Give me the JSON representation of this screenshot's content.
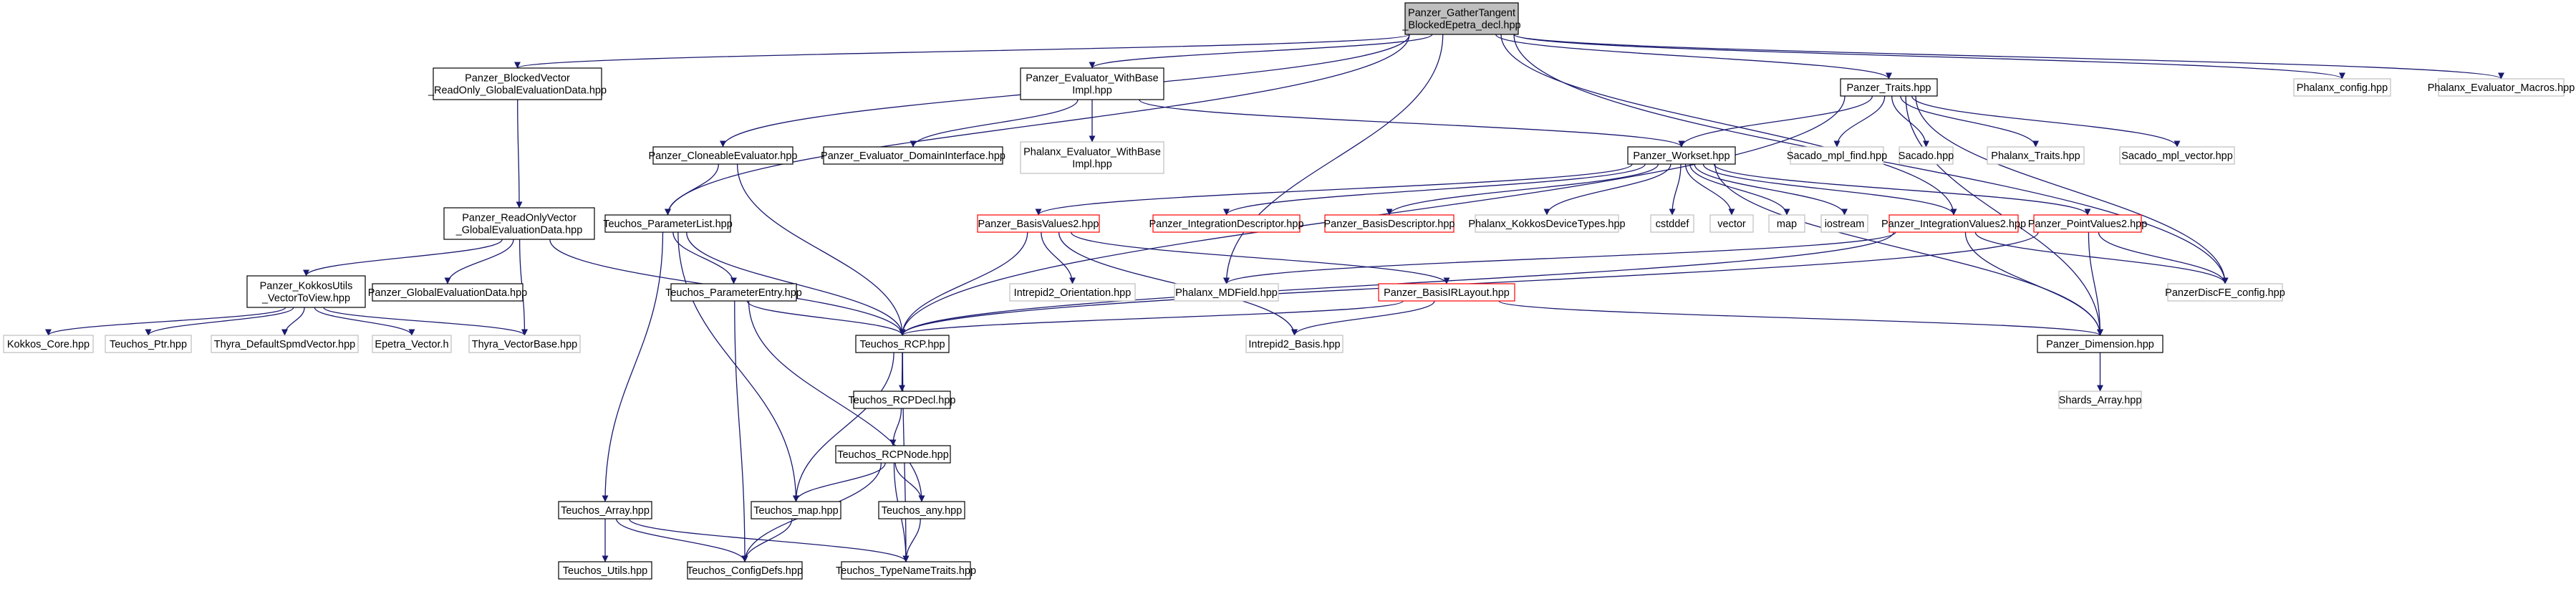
{
  "colors": {
    "edge": "#191970",
    "root_fill": "#bfbfbf",
    "normal_border": "#000000",
    "external_border": "#bfbfbf",
    "missing_border": "#ff0000",
    "text": "#000000"
  },
  "nodes": {
    "root": {
      "lines": [
        "Panzer_GatherTangent",
        "_BlockedEpetra_decl.hpp"
      ],
      "kind": "root"
    },
    "blkvec": {
      "lines": [
        "Panzer_BlockedVector",
        "_ReadOnly_GlobalEvaluationData.hpp"
      ],
      "kind": "normal"
    },
    "evwb": {
      "lines": [
        "Panzer_Evaluator_WithBase",
        "Impl.hpp"
      ],
      "kind": "normal"
    },
    "traits": {
      "lines": [
        "Panzer_Traits.hpp"
      ],
      "kind": "normal"
    },
    "phcfg": {
      "lines": [
        "Phalanx_config.hpp"
      ],
      "kind": "external"
    },
    "phmac": {
      "lines": [
        "Phalanx_Evaluator_Macros.hpp"
      ],
      "kind": "external"
    },
    "clone": {
      "lines": [
        "Panzer_CloneableEvaluator.hpp"
      ],
      "kind": "normal"
    },
    "domint": {
      "lines": [
        "Panzer_Evaluator_DomainInterface.hpp"
      ],
      "kind": "normal"
    },
    "phevwb": {
      "lines": [
        "Phalanx_Evaluator_WithBase",
        "Impl.hpp"
      ],
      "kind": "external"
    },
    "workset": {
      "lines": [
        "Panzer_Workset.hpp"
      ],
      "kind": "normal"
    },
    "mplfind": {
      "lines": [
        "Sacado_mpl_find.hpp"
      ],
      "kind": "external"
    },
    "sacado": {
      "lines": [
        "Sacado.hpp"
      ],
      "kind": "external"
    },
    "phtraits": {
      "lines": [
        "Phalanx_Traits.hpp"
      ],
      "kind": "external"
    },
    "mplvec": {
      "lines": [
        "Sacado_mpl_vector.hpp"
      ],
      "kind": "external"
    },
    "rovec": {
      "lines": [
        "Panzer_ReadOnlyVector",
        "_GlobalEvaluationData.hpp"
      ],
      "kind": "normal"
    },
    "plist": {
      "lines": [
        "Teuchos_ParameterList.hpp"
      ],
      "kind": "normal"
    },
    "bv2": {
      "lines": [
        "Panzer_BasisValues2.hpp"
      ],
      "kind": "missing"
    },
    "intdesc": {
      "lines": [
        "Panzer_IntegrationDescriptor.hpp"
      ],
      "kind": "missing"
    },
    "basisdesc": {
      "lines": [
        "Panzer_BasisDescriptor.hpp"
      ],
      "kind": "missing"
    },
    "kokkosdev": {
      "lines": [
        "Phalanx_KokkosDeviceTypes.hpp"
      ],
      "kind": "external"
    },
    "cstddef": {
      "lines": [
        "cstddef"
      ],
      "kind": "external"
    },
    "vector": {
      "lines": [
        "vector"
      ],
      "kind": "external"
    },
    "map": {
      "lines": [
        "map"
      ],
      "kind": "external"
    },
    "iostream": {
      "lines": [
        "iostream"
      ],
      "kind": "external"
    },
    "iv2": {
      "lines": [
        "Panzer_IntegrationValues2.hpp"
      ],
      "kind": "missing"
    },
    "pv2": {
      "lines": [
        "Panzer_PointValues2.hpp"
      ],
      "kind": "missing"
    },
    "kutils": {
      "lines": [
        "Panzer_KokkosUtils",
        "_VectorToView.hpp"
      ],
      "kind": "normal"
    },
    "ged": {
      "lines": [
        "Panzer_GlobalEvaluationData.hpp"
      ],
      "kind": "normal"
    },
    "pentry": {
      "lines": [
        "Teuchos_ParameterEntry.hpp"
      ],
      "kind": "normal"
    },
    "orient": {
      "lines": [
        "Intrepid2_Orientation.hpp"
      ],
      "kind": "external"
    },
    "mdfield": {
      "lines": [
        "Phalanx_MDField.hpp"
      ],
      "kind": "external"
    },
    "birl": {
      "lines": [
        "Panzer_BasisIRLayout.hpp"
      ],
      "kind": "missing"
    },
    "discfe": {
      "lines": [
        "PanzerDiscFE_config.hpp"
      ],
      "kind": "external"
    },
    "kcore": {
      "lines": [
        "Kokkos_Core.hpp"
      ],
      "kind": "external"
    },
    "tptr": {
      "lines": [
        "Teuchos_Ptr.hpp"
      ],
      "kind": "external"
    },
    "thyrad": {
      "lines": [
        "Thyra_DefaultSpmdVector.hpp"
      ],
      "kind": "external"
    },
    "epetra": {
      "lines": [
        "Epetra_Vector.h"
      ],
      "kind": "external"
    },
    "thyrab": {
      "lines": [
        "Thyra_VectorBase.hpp"
      ],
      "kind": "external"
    },
    "rcp": {
      "lines": [
        "Teuchos_RCP.hpp"
      ],
      "kind": "normal"
    },
    "ibasis": {
      "lines": [
        "Intrepid2_Basis.hpp"
      ],
      "kind": "external"
    },
    "dim": {
      "lines": [
        "Panzer_Dimension.hpp"
      ],
      "kind": "normal"
    },
    "rcpdecl": {
      "lines": [
        "Teuchos_RCPDecl.hpp"
      ],
      "kind": "normal"
    },
    "shards": {
      "lines": [
        "Shards_Array.hpp"
      ],
      "kind": "external"
    },
    "rcpnode": {
      "lines": [
        "Teuchos_RCPNode.hpp"
      ],
      "kind": "normal"
    },
    "tarray": {
      "lines": [
        "Teuchos_Array.hpp"
      ],
      "kind": "normal"
    },
    "tmap": {
      "lines": [
        "Teuchos_map.hpp"
      ],
      "kind": "normal"
    },
    "tany": {
      "lines": [
        "Teuchos_any.hpp"
      ],
      "kind": "normal"
    },
    "tutils": {
      "lines": [
        "Teuchos_Utils.hpp"
      ],
      "kind": "normal"
    },
    "cfgdefs": {
      "lines": [
        "Teuchos_ConfigDefs.hpp"
      ],
      "kind": "normal"
    },
    "tnt": {
      "lines": [
        "Teuchos_TypeNameTraits.hpp"
      ],
      "kind": "normal"
    }
  },
  "edges": [
    [
      "root",
      "blkvec"
    ],
    [
      "root",
      "evwb"
    ],
    [
      "root",
      "traits"
    ],
    [
      "root",
      "phcfg"
    ],
    [
      "root",
      "phmac"
    ],
    [
      "root",
      "clone"
    ],
    [
      "root",
      "plist"
    ],
    [
      "root",
      "mdfield"
    ],
    [
      "root",
      "discfe"
    ],
    [
      "root",
      "iv2"
    ],
    [
      "blkvec",
      "rovec"
    ],
    [
      "evwb",
      "domint"
    ],
    [
      "evwb",
      "phevwb"
    ],
    [
      "evwb",
      "workset"
    ],
    [
      "traits",
      "workset"
    ],
    [
      "traits",
      "mplfind"
    ],
    [
      "traits",
      "sacado"
    ],
    [
      "traits",
      "phtraits"
    ],
    [
      "traits",
      "mplvec"
    ],
    [
      "traits",
      "rcp"
    ],
    [
      "traits",
      "dim"
    ],
    [
      "traits",
      "discfe"
    ],
    [
      "clone",
      "plist"
    ],
    [
      "clone",
      "rcp"
    ],
    [
      "workset",
      "bv2"
    ],
    [
      "workset",
      "intdesc"
    ],
    [
      "workset",
      "basisdesc"
    ],
    [
      "workset",
      "kokkosdev"
    ],
    [
      "workset",
      "cstddef"
    ],
    [
      "workset",
      "vector"
    ],
    [
      "workset",
      "map"
    ],
    [
      "workset",
      "iostream"
    ],
    [
      "workset",
      "iv2"
    ],
    [
      "workset",
      "pv2"
    ],
    [
      "workset",
      "dim"
    ],
    [
      "rovec",
      "kutils"
    ],
    [
      "rovec",
      "ged"
    ],
    [
      "rovec",
      "thyrab"
    ],
    [
      "rovec",
      "rcp"
    ],
    [
      "plist",
      "pentry"
    ],
    [
      "plist",
      "rcp"
    ],
    [
      "plist",
      "tarray"
    ],
    [
      "plist",
      "tmap"
    ],
    [
      "bv2",
      "orient"
    ],
    [
      "bv2",
      "birl"
    ],
    [
      "bv2",
      "ibasis"
    ],
    [
      "bv2",
      "rcp"
    ],
    [
      "iv2",
      "mdfield"
    ],
    [
      "iv2",
      "discfe"
    ],
    [
      "iv2",
      "rcp"
    ],
    [
      "iv2",
      "dim"
    ],
    [
      "pv2",
      "discfe"
    ],
    [
      "pv2",
      "rcp"
    ],
    [
      "pv2",
      "dim"
    ],
    [
      "kutils",
      "kcore"
    ],
    [
      "kutils",
      "tptr"
    ],
    [
      "kutils",
      "thyrad"
    ],
    [
      "kutils",
      "epetra"
    ],
    [
      "kutils",
      "thyrab"
    ],
    [
      "pentry",
      "rcp"
    ],
    [
      "pentry",
      "tany"
    ],
    [
      "pentry",
      "cfgdefs"
    ],
    [
      "birl",
      "ibasis"
    ],
    [
      "birl",
      "rcp"
    ],
    [
      "birl",
      "dim"
    ],
    [
      "rcp",
      "rcpdecl"
    ],
    [
      "rcp",
      "tmap"
    ],
    [
      "rcp",
      "tnt"
    ],
    [
      "dim",
      "shards"
    ],
    [
      "rcpdecl",
      "rcpnode"
    ],
    [
      "rcpnode",
      "tmap"
    ],
    [
      "rcpnode",
      "tany"
    ],
    [
      "rcpnode",
      "cfgdefs"
    ],
    [
      "rcpnode",
      "tnt"
    ],
    [
      "tarray",
      "tutils"
    ],
    [
      "tarray",
      "cfgdefs"
    ],
    [
      "tarray",
      "tnt"
    ],
    [
      "tmap",
      "cfgdefs"
    ],
    [
      "tany",
      "tnt"
    ]
  ]
}
